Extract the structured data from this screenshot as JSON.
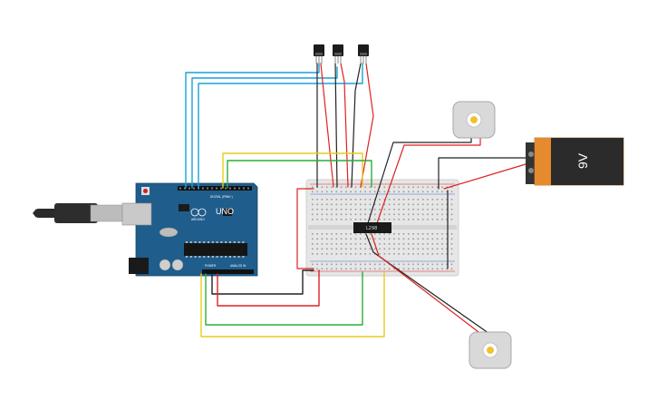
{
  "arduino": {
    "board_label": "UNO",
    "brand_label": "ARDUINO",
    "digital_header_label": "DIGITAL (PWM~)",
    "power_label": "POWER",
    "analog_label": "ANALOG IN"
  },
  "driver": {
    "chip_label": "L298"
  },
  "battery": {
    "label": "9V"
  },
  "colors": {
    "board": "#1f5d8c",
    "breadboard": "#e6e6e6",
    "wire_blue": "#1aa1d6",
    "wire_red": "#dd2222",
    "wire_black": "#222222",
    "wire_yellow": "#e8cc1a",
    "wire_green": "#2aae37",
    "battery_body": "#e68a2e",
    "battery_cap": "#333333",
    "motor_body": "#d9d9d9",
    "motor_shaft": "#f5c518"
  },
  "components": {
    "ir_sensors": [
      "ir-sensor-1",
      "ir-sensor-2",
      "ir-sensor-3"
    ],
    "motors": [
      "motor-top",
      "motor-bottom"
    ]
  }
}
